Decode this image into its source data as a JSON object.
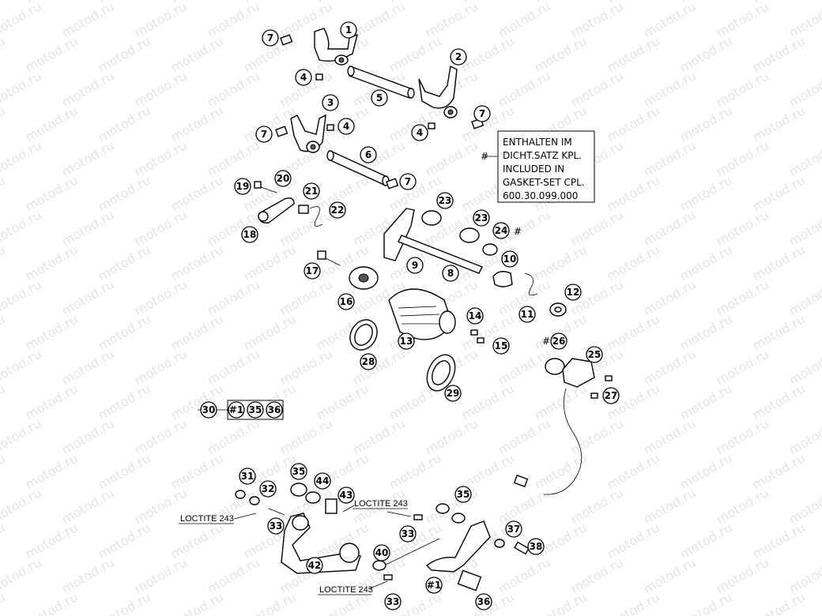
{
  "watermark": "motod.ru",
  "note": {
    "marker": "#",
    "lines": [
      "ENTHALTEN IM",
      "DICHT.SATZ KPL.",
      "INCLUDED IN",
      "GASKET-SET CPL.",
      "600.30.099.000"
    ]
  },
  "kit": {
    "id": "30",
    "items": [
      "#1",
      "35",
      "36"
    ]
  },
  "loctite_label": "LOCTITE 243",
  "marks": {
    "hash24": "#",
    "hash26": "#"
  },
  "callouts": [
    {
      "id": "c1",
      "label": "1"
    },
    {
      "id": "c2",
      "label": "2"
    },
    {
      "id": "c3",
      "label": "3"
    },
    {
      "id": "c4a",
      "label": "4"
    },
    {
      "id": "c4b",
      "label": "4"
    },
    {
      "id": "c4c",
      "label": "4"
    },
    {
      "id": "c5",
      "label": "5"
    },
    {
      "id": "c6",
      "label": "6"
    },
    {
      "id": "c7a",
      "label": "7"
    },
    {
      "id": "c7b",
      "label": "7"
    },
    {
      "id": "c7c",
      "label": "7"
    },
    {
      "id": "c7d",
      "label": "7"
    },
    {
      "id": "c8",
      "label": "8"
    },
    {
      "id": "c9",
      "label": "9"
    },
    {
      "id": "c10",
      "label": "10"
    },
    {
      "id": "c11",
      "label": "11"
    },
    {
      "id": "c12",
      "label": "12"
    },
    {
      "id": "c13",
      "label": "13"
    },
    {
      "id": "c14",
      "label": "14"
    },
    {
      "id": "c15",
      "label": "15"
    },
    {
      "id": "c16",
      "label": "16"
    },
    {
      "id": "c17",
      "label": "17"
    },
    {
      "id": "c18",
      "label": "18"
    },
    {
      "id": "c19",
      "label": "19"
    },
    {
      "id": "c20",
      "label": "20"
    },
    {
      "id": "c21",
      "label": "21"
    },
    {
      "id": "c22",
      "label": "22"
    },
    {
      "id": "c23a",
      "label": "23"
    },
    {
      "id": "c23b",
      "label": "23"
    },
    {
      "id": "c24",
      "label": "24"
    },
    {
      "id": "c25",
      "label": "25"
    },
    {
      "id": "c26",
      "label": "26"
    },
    {
      "id": "c27",
      "label": "27"
    },
    {
      "id": "c28",
      "label": "28"
    },
    {
      "id": "c29",
      "label": "29"
    },
    {
      "id": "c31",
      "label": "31"
    },
    {
      "id": "c32",
      "label": "32"
    },
    {
      "id": "c33a",
      "label": "33"
    },
    {
      "id": "c33b",
      "label": "33"
    },
    {
      "id": "c33c",
      "label": "33"
    },
    {
      "id": "c35a",
      "label": "35"
    },
    {
      "id": "c35b",
      "label": "35"
    },
    {
      "id": "c36",
      "label": "36"
    },
    {
      "id": "c37",
      "label": "37"
    },
    {
      "id": "c38",
      "label": "38"
    },
    {
      "id": "c40",
      "label": "40"
    },
    {
      "id": "c1b",
      "label": "#1"
    },
    {
      "id": "c42",
      "label": "42"
    },
    {
      "id": "c43",
      "label": "43"
    },
    {
      "id": "c44",
      "label": "44"
    }
  ]
}
